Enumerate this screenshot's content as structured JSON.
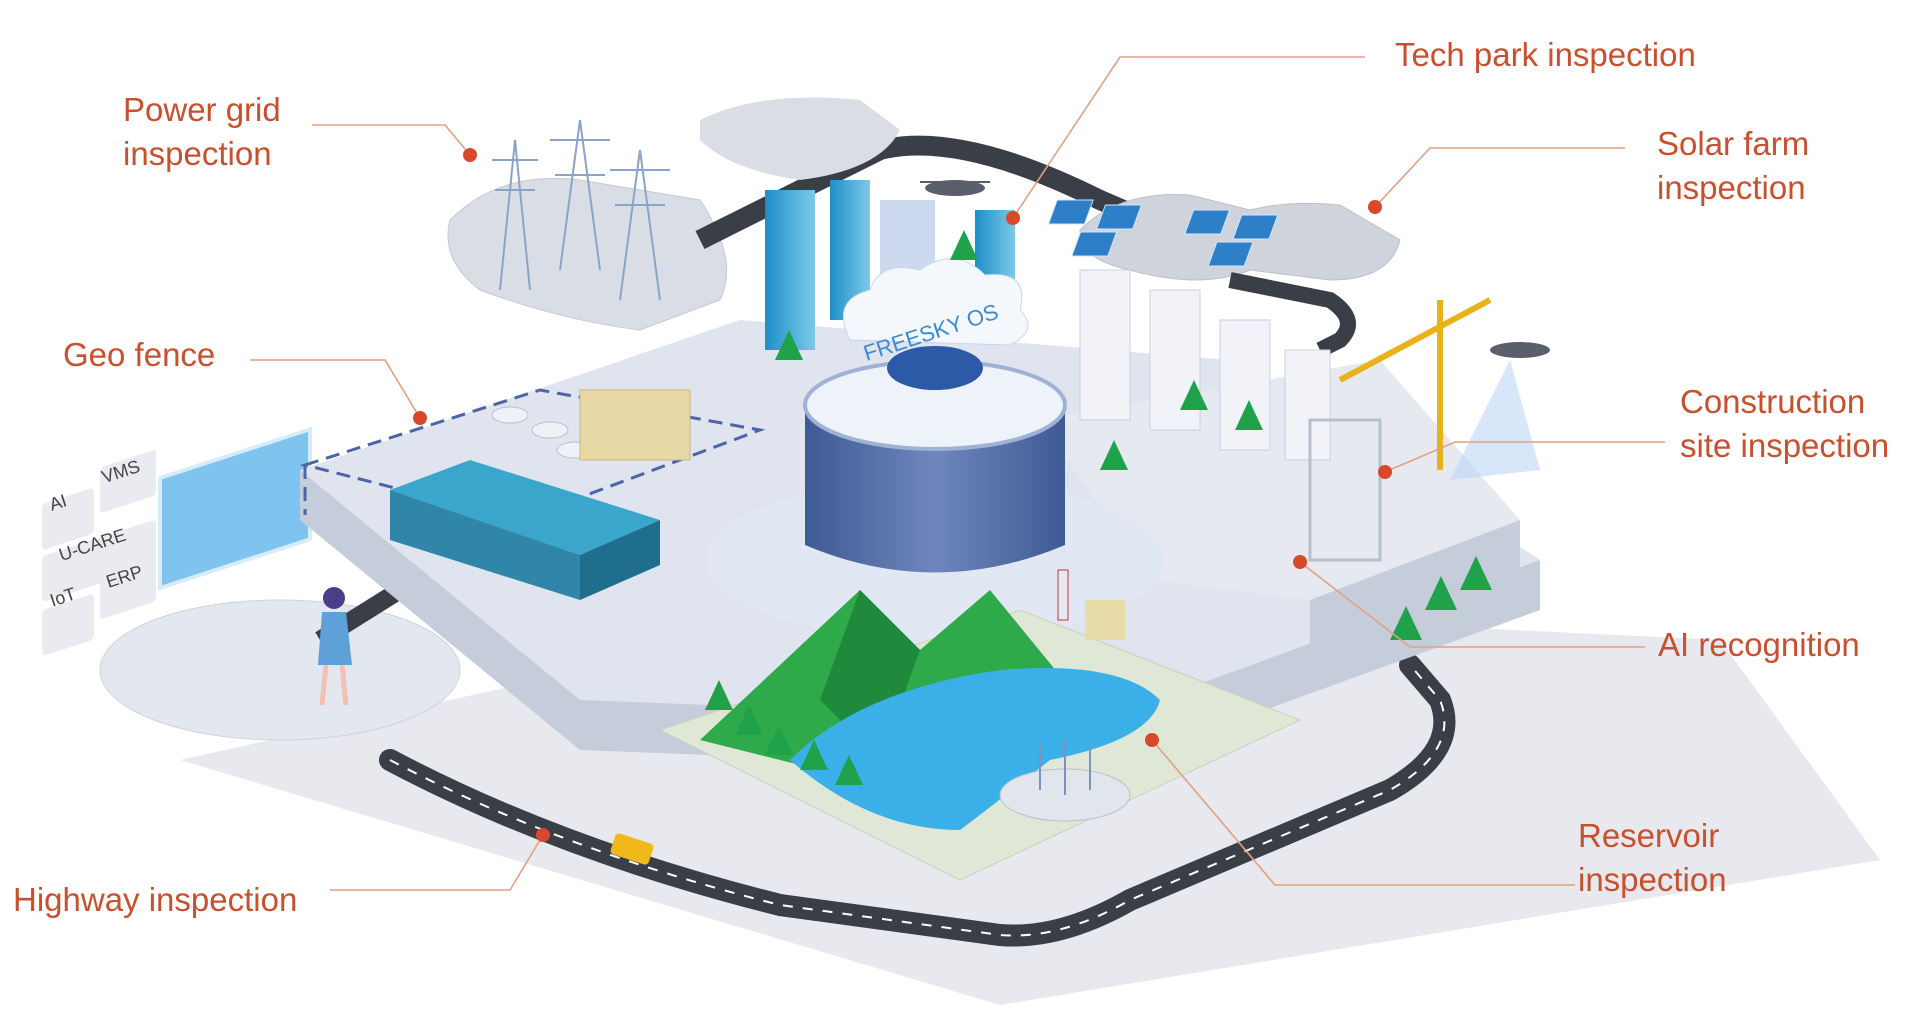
{
  "os_label": "FREESKY OS",
  "platform_tags": [
    "AI",
    "VMS",
    "U-CARE",
    "IoT",
    "ERP"
  ],
  "callouts": {
    "power_grid": {
      "line1": "Power grid",
      "line2": "inspection"
    },
    "tech_park": {
      "line1": "Tech park inspection"
    },
    "solar_farm": {
      "line1": "Solar farm",
      "line2": "inspection"
    },
    "geo_fence": {
      "line1": "Geo fence"
    },
    "construction": {
      "line1": "Construction",
      "line2": "site inspection"
    },
    "ai_recognition": {
      "line1": "AI recognition"
    },
    "reservoir": {
      "line1": "Reservoir",
      "line2": "inspection"
    },
    "highway": {
      "line1": "Highway inspection"
    }
  },
  "colors": {
    "accent": "#c8502e",
    "platform": "#dfe4ee",
    "cylinder": "#5a72a8",
    "water": "#3bb0e8",
    "mountain": "#2faa4a",
    "road": "#3a3f47"
  }
}
